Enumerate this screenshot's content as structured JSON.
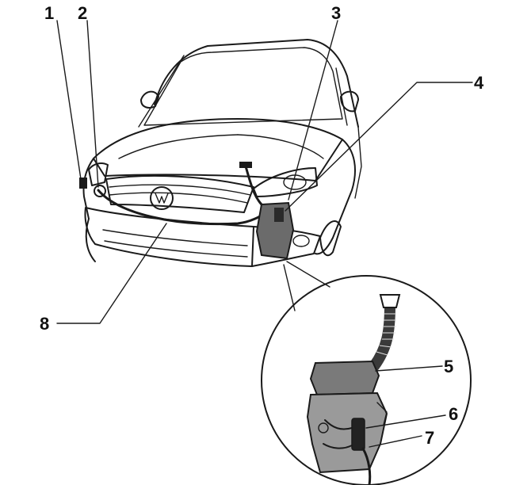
{
  "diagram": {
    "callouts": [
      "1",
      "2",
      "3",
      "4",
      "5",
      "6",
      "7",
      "8"
    ]
  },
  "colors": {
    "ink": "#1a1a1a",
    "background": "#ffffff",
    "component_fill": "#6b6b6b",
    "hose_fill": "#3a3a3a"
  }
}
